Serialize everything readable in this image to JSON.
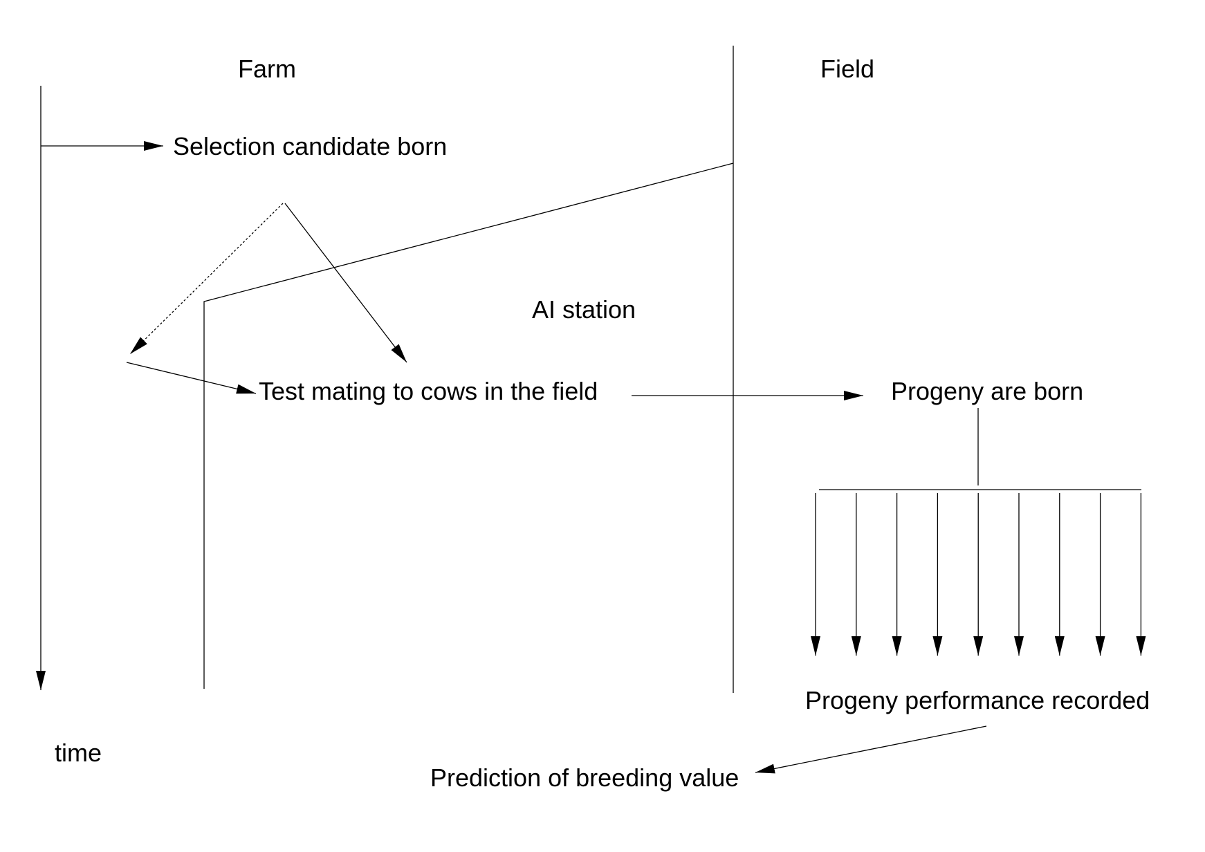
{
  "labels": {
    "farm": "Farm",
    "field": "Field",
    "selection_candidate": "Selection candidate born",
    "ai_station": "AI station",
    "test_mating": "Test mating to cows in the field",
    "progeny_born": "Progeny are born",
    "progeny_recorded": "Progeny performance recorded",
    "prediction": "Prediction of breeding value",
    "time": "time"
  }
}
